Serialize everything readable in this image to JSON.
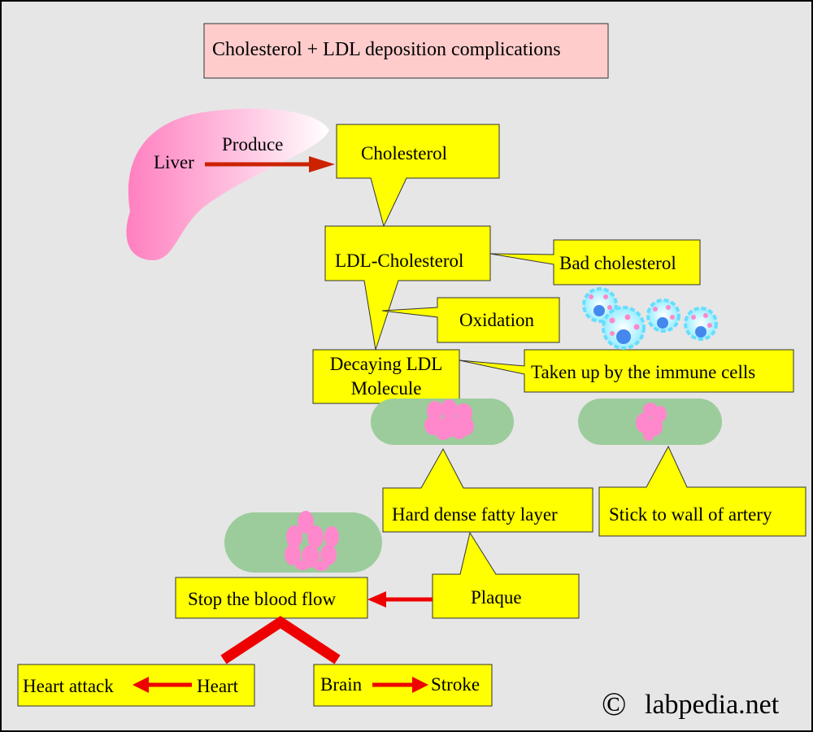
{
  "title": "Cholesterol + LDL deposition complications",
  "nodes": {
    "liver": "Liver",
    "produce": "Produce",
    "cholesterol": "Cholesterol",
    "ldl": "LDL-Cholesterol",
    "bad": "Bad cholesterol",
    "oxidation": "Oxidation",
    "decaying_line1": "Decaying LDL",
    "decaying_line2": "Molecule",
    "taken_up": "Taken up by the immune cells",
    "hard_layer": "Hard dense fatty layer",
    "stick": "Stick to wall of artery",
    "plaque": "Plaque",
    "stop": "Stop the blood flow",
    "heart_attack": "Heart attack",
    "heart": "Heart",
    "brain": "Brain",
    "stroke": "Stroke"
  },
  "watermark": "labpedia.net",
  "copyright_symbol": "©",
  "colors": {
    "background": "#e6e6e6",
    "box_yellow": "#ffff00",
    "title_pink": "#ffcccc",
    "arrow_red": "#ee0000",
    "arrow_dark_red": "#cc2200",
    "artery_green": "#9ccc9c",
    "plaque_pink": "#ff88cc",
    "immune_cyan": "#aaeeff"
  }
}
